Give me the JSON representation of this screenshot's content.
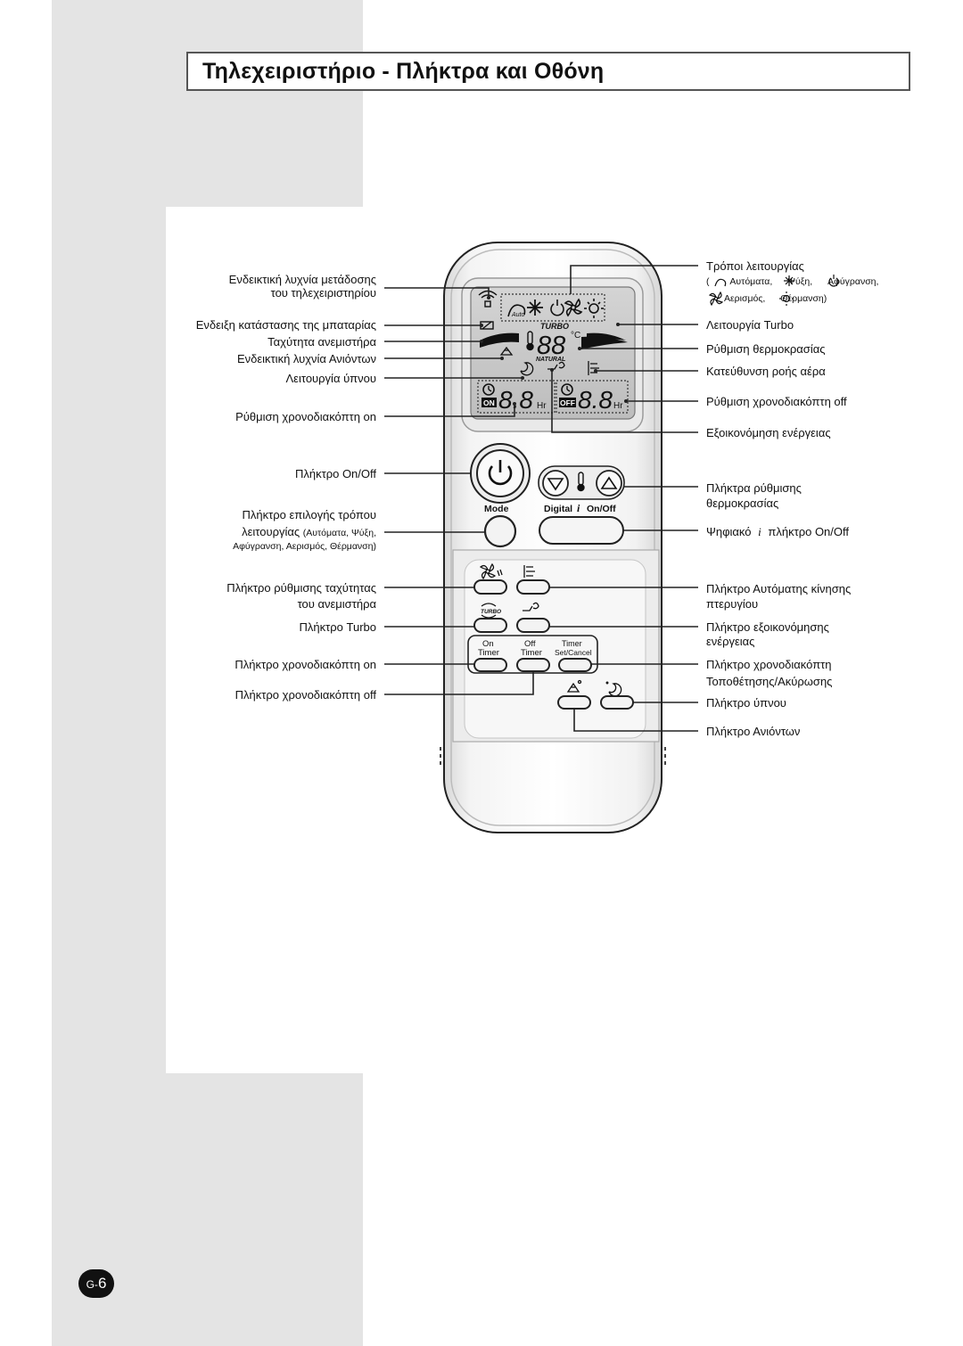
{
  "title": "Τηλεχειριστήριο - Πλήκτρα και Οθόνη",
  "page_number_prefix": "G-",
  "page_number": "6",
  "remote": {
    "display": {
      "turbo": "TURBO",
      "natural": "NATURAL",
      "temp_digits": "88",
      "temp_unit": "°C",
      "timer_digits": "8.8",
      "timer_unit": "Hr",
      "on_tag": "ON",
      "off_tag": "OFF",
      "auto_tag": "Auto"
    },
    "buttons": {
      "mode": "Mode",
      "digital": "Digital",
      "digital_i": "i",
      "on_off": "On/Off",
      "on_timer_top": "On",
      "on_timer_bottom": "Timer",
      "off_timer_top": "Off",
      "off_timer_bottom": "Timer",
      "set_timer_top": "Timer",
      "set_timer_bottom": "Set/Cancel",
      "turbo_icon": "TURBO"
    }
  },
  "labels_left": {
    "transmit_1": "Ενδεικτική λυχνία μετάδοσης",
    "transmit_2": "του τηλεχειριστηρίου",
    "battery": "Ενδειξη κατάστασης της μπαταρίας",
    "fan_speed": "Ταχύτητα ανεμιστήρα",
    "ion": "Ενδεικτική λυχνία Ανιόντων",
    "sleep": "Λειτουργία ύπνου",
    "timer_on_set": "Ρύθμιση χρονοδιακόπτη on",
    "power_btn": "Πλήκτρο On/Off",
    "mode_btn_1": "Πλήκτρο επιλογής τρόπου",
    "mode_btn_2a": "λειτουργίας",
    "mode_btn_2b": "(Αυτόματα, Ψύξη,",
    "mode_btn_3": "Αφύγρανση, Αερισμός, Θέρμανση)",
    "fan_btn_1": "Πλήκτρο ρύθμισης ταχύτητας",
    "fan_btn_2": "του ανεμιστήρα",
    "turbo_btn": "Πλήκτρο Turbo",
    "on_timer_btn": "Πλήκτρο χρονοδιακόπτη on",
    "off_timer_btn": "Πλήκτρο χρονοδιακόπτη off"
  },
  "labels_right": {
    "modes": "Τρόποι λειτουργίας",
    "modes_detail_1a": "(",
    "modes_detail_1b": "Αυτόματα,",
    "modes_detail_1c": "Ψύξη,",
    "modes_detail_1d": "Αφύγρανση,",
    "modes_detail_2a": "Αερισμός,",
    "modes_detail_2b": "Θέρμανση)",
    "turbo": "Λειτουργία Turbo",
    "temp_set": "Ρύθμιση θερμοκρασίας",
    "airflow": "Κατεύθυνση ροής αέρα",
    "timer_off_set": "Ρύθμιση χρονοδιακόπτη off",
    "energy_saving": "Εξοικονόμηση ενέργειας",
    "temp_btn_1": "Πλήκτρα ρύθμισης",
    "temp_btn_2": "θερμοκρασίας",
    "digital_btn_a": "Ψηφιακό",
    "digital_btn_i": "i",
    "digital_btn_b": "πλήκτρο On/Off",
    "swing_btn_1": "Πλήκτρο Αυτόματης κίνησης",
    "swing_btn_2": "πτερυγίου",
    "energy_btn_1": "Πλήκτρο εξοικονόμησης",
    "energy_btn_2": "ενέργειας",
    "timer_set_btn_1": "Πλήκτρο χρονοδιακόπτη",
    "timer_set_btn_2": "Τοποθέτησης/Ακύρωσης",
    "sleep_btn": "Πλήκτρο ύπνου",
    "ion_btn": "Πλήκτρο Ανιόντων"
  }
}
